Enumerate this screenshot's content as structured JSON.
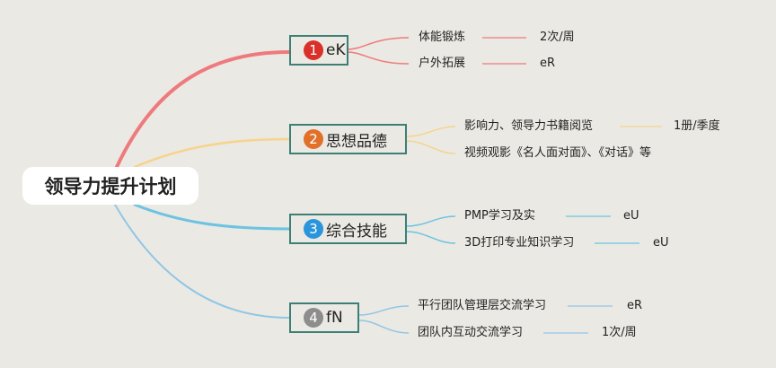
{
  "root": {
    "title": "领导力提升计划"
  },
  "branches": [
    {
      "index": "1",
      "label": "eK",
      "color": "#ee7a7e",
      "badge_color": "#d9312a",
      "items": [
        {
          "text": "体能锻炼",
          "value": "2次/周"
        },
        {
          "text": "户外拓展",
          "value": "eR"
        }
      ]
    },
    {
      "index": "2",
      "label": "思想品德",
      "color": "#f6d48d",
      "badge_color": "#e1712a",
      "items": [
        {
          "text": "影响力、领导力书籍阅览",
          "value": "1册/季度"
        },
        {
          "text": "视频观影《名人面对面》、《对话》等",
          "value": ""
        }
      ]
    },
    {
      "index": "3",
      "label": "综合技能",
      "color": "#6cc3e2",
      "badge_color": "#2b95dc",
      "items": [
        {
          "text": "PMP学习及实",
          "value": "eU"
        },
        {
          "text": "3D打印专业知识学习",
          "value": "eU"
        }
      ]
    },
    {
      "index": "4",
      "label": "fN",
      "color": "#90c6e6",
      "badge_color": "#8d8d8d",
      "items": [
        {
          "text": "平行团队管理层交流学习",
          "value": "eR"
        },
        {
          "text": "团队内互动交流学习",
          "value": "1次/周"
        }
      ]
    }
  ]
}
